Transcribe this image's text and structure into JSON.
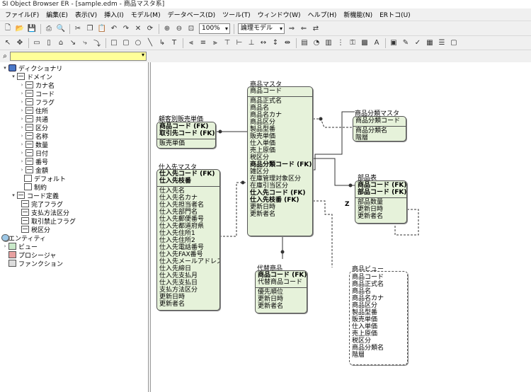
{
  "window": {
    "title": "SI Object Browser ER - [sample.edm - 商品マスタ系]"
  },
  "menu": [
    "ファイル(F)",
    "編集(E)",
    "表示(V)",
    "挿入(I)",
    "モデル(M)",
    "データベース(D)",
    "ツール(T)",
    "ウィンドウ(W)",
    "ヘルプ(H)",
    "新機能(N)",
    "ERトコ(U)"
  ],
  "toolbar": {
    "zoom": "100%",
    "model_view": "論理モデル"
  },
  "tree": {
    "root": "ディクショナリ",
    "domain": "ドメイン",
    "domain_items": [
      "カナ名",
      "コード",
      "フラグ",
      "住所",
      "共通",
      "区分",
      "名称",
      "数量",
      "日付",
      "番号",
      "金額"
    ],
    "default": "デフォルト",
    "constraint": "制約",
    "code_def": "コード定義",
    "code_items": [
      "完了フラグ",
      "支払方法区分",
      "取引禁止フラグ",
      "税区分"
    ],
    "entity": "エンティティ",
    "view": "ビュー",
    "procedure": "プロシージャ",
    "function": "ファンクション"
  },
  "entities": {
    "shohin": {
      "name": "商品マスタ",
      "keys": [
        "商品コード"
      ],
      "attrs": [
        {
          "t": "商品正式名",
          "b": false
        },
        {
          "t": "商品名",
          "b": false
        },
        {
          "t": "商品名カナ",
          "b": false
        },
        {
          "t": "商品区分",
          "b": false
        },
        {
          "t": "製品型番",
          "b": false
        },
        {
          "t": "販売単価",
          "b": false
        },
        {
          "t": "仕入単価",
          "b": false
        },
        {
          "t": "売上原価",
          "b": false
        },
        {
          "t": "税区分",
          "b": false
        },
        {
          "t": "商品分類コード (FK)",
          "b": true
        },
        {
          "t": "雑区分",
          "b": false
        },
        {
          "t": "在庫管理対象区分",
          "b": false
        },
        {
          "t": "在庫引当区分",
          "b": false
        },
        {
          "t": "仕入先コード (FK)",
          "b": true
        },
        {
          "t": "仕入先枝番 (FK)",
          "b": true
        },
        {
          "t": "更新日時",
          "b": false
        },
        {
          "t": "更新者名",
          "b": false
        }
      ]
    },
    "kokyaku": {
      "name": "顧客別販売単価",
      "keys": [
        "商品コード (FK)",
        "取引先コード (FK)"
      ],
      "attrs": [
        {
          "t": "販売単価",
          "b": false
        }
      ]
    },
    "shiire": {
      "name": "仕入先マスタ",
      "keys": [
        "仕入先コード (FK)",
        "仕入先枝番"
      ],
      "attrs": [
        {
          "t": "仕入先名",
          "b": false
        },
        {
          "t": "仕入先名カナ",
          "b": false
        },
        {
          "t": "仕入先担当者名",
          "b": false
        },
        {
          "t": "仕入先部門名",
          "b": false
        },
        {
          "t": "仕入先郵便番号",
          "b": false
        },
        {
          "t": "仕入先都道府県",
          "b": false
        },
        {
          "t": "仕入先住所1",
          "b": false
        },
        {
          "t": "仕入先住所2",
          "b": false
        },
        {
          "t": "仕入先電話番号",
          "b": false
        },
        {
          "t": "仕入先FAX番号",
          "b": false
        },
        {
          "t": "仕入先メールアドレス",
          "b": false
        },
        {
          "t": "仕入先締日",
          "b": false
        },
        {
          "t": "仕入先支払月",
          "b": false
        },
        {
          "t": "仕入先支払日",
          "b": false
        },
        {
          "t": "支払方法区分",
          "b": false
        },
        {
          "t": "更新日時",
          "b": false
        },
        {
          "t": "更新者名",
          "b": false
        }
      ]
    },
    "bunrui": {
      "name": "商品分類マスタ",
      "keys": [
        "商品分類コード"
      ],
      "attrs": [
        {
          "t": "商品分類名",
          "b": false
        },
        {
          "t": "階層",
          "b": false
        }
      ]
    },
    "buhin": {
      "name": "部品表",
      "keys": [
        "商品コード (FK)",
        "部品コード (FK)"
      ],
      "attrs": [
        {
          "t": "部品数量",
          "b": false
        },
        {
          "t": "更新日時",
          "b": false
        },
        {
          "t": "更新者名",
          "b": false
        }
      ]
    },
    "daitai": {
      "name": "代替商品",
      "keys": [
        "商品コード (FK)",
        "代替商品コード"
      ],
      "attrs": [
        {
          "t": "優先順位",
          "b": false
        },
        {
          "t": "更新日時",
          "b": false
        },
        {
          "t": "更新者名",
          "b": false
        }
      ]
    },
    "shohin_view": {
      "name": "商品ビュー",
      "attrs": [
        "商品コード",
        "商品正式名",
        "商品名",
        "商品名カナ",
        "商品区分",
        "製品型番",
        "販売単価",
        "仕入単価",
        "売上原価",
        "税区分",
        "商品分類名",
        "階層"
      ]
    }
  },
  "cardinality": "Z"
}
